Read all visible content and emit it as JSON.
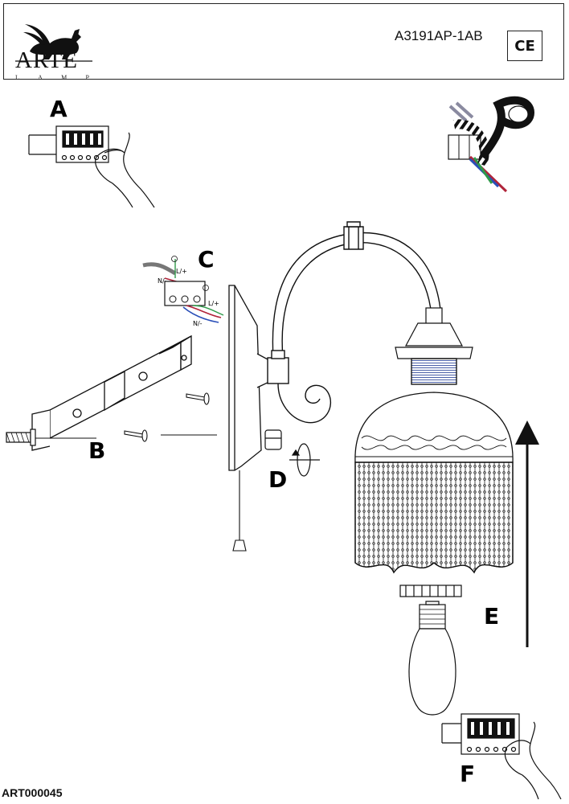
{
  "header": {
    "brand": "ARTE",
    "brand_sub": [
      "L",
      "A",
      "M",
      "P"
    ],
    "model": "A3191AP-1AB",
    "ce_mark": "CE"
  },
  "steps": {
    "a": "A",
    "b": "B",
    "c": "C",
    "d": "D",
    "e": "E",
    "f": "F"
  },
  "wire_labels": {
    "l_top": "L/+",
    "n_top": "N/-",
    "l_bottom": "L/+",
    "n_bottom": "N/-"
  },
  "footer": {
    "code": "ART000045"
  },
  "colors": {
    "wire_live": "#b0243a",
    "wire_neutral": "#2a4fb8",
    "wire_earth": "#2f9a4a",
    "line": "#111111"
  }
}
